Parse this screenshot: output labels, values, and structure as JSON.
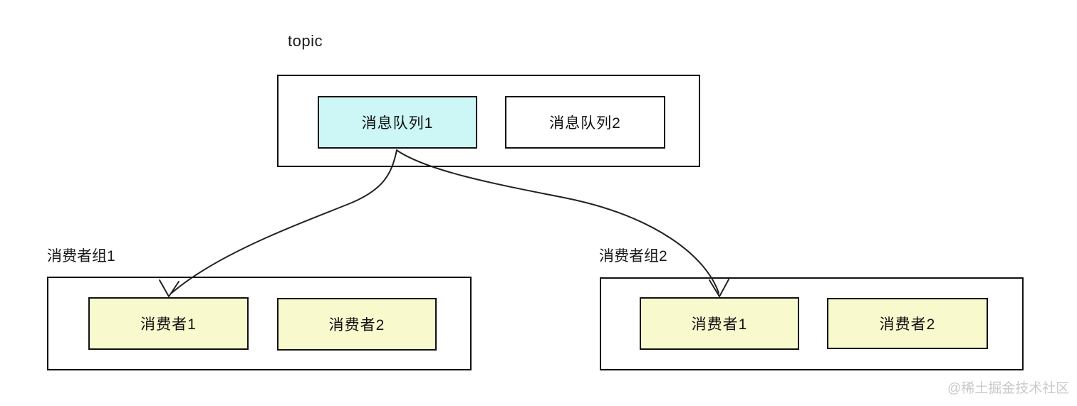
{
  "diagram": {
    "topic": {
      "label": "topic",
      "queues": [
        {
          "label": "消息队列1",
          "fill": "#ccf7f6",
          "highlighted": true
        },
        {
          "label": "消息队列2",
          "fill": "#ffffff",
          "highlighted": false
        }
      ]
    },
    "consumer_groups": [
      {
        "label": "消费者组1",
        "consumers": [
          {
            "label": "消费者1",
            "fill": "#f8f9cd"
          },
          {
            "label": "消费者2",
            "fill": "#f8f9cd"
          }
        ]
      },
      {
        "label": "消费者组2",
        "consumers": [
          {
            "label": "消费者1",
            "fill": "#f8f9cd"
          },
          {
            "label": "消费者2",
            "fill": "#f8f9cd"
          }
        ]
      }
    ],
    "edges": [
      {
        "from": "消息队列1",
        "to": "消费者组1 / 消费者1"
      },
      {
        "from": "消息队列1",
        "to": "消费者组2 / 消费者1"
      }
    ],
    "watermark": "@稀土掘金技术社区",
    "colors": {
      "queue_highlight": "#ccf7f6",
      "consumer_fill": "#f8f9cd",
      "line": "#222222",
      "border": "#111111",
      "watermark": "#c9c9c9",
      "background": "#ffffff"
    }
  }
}
